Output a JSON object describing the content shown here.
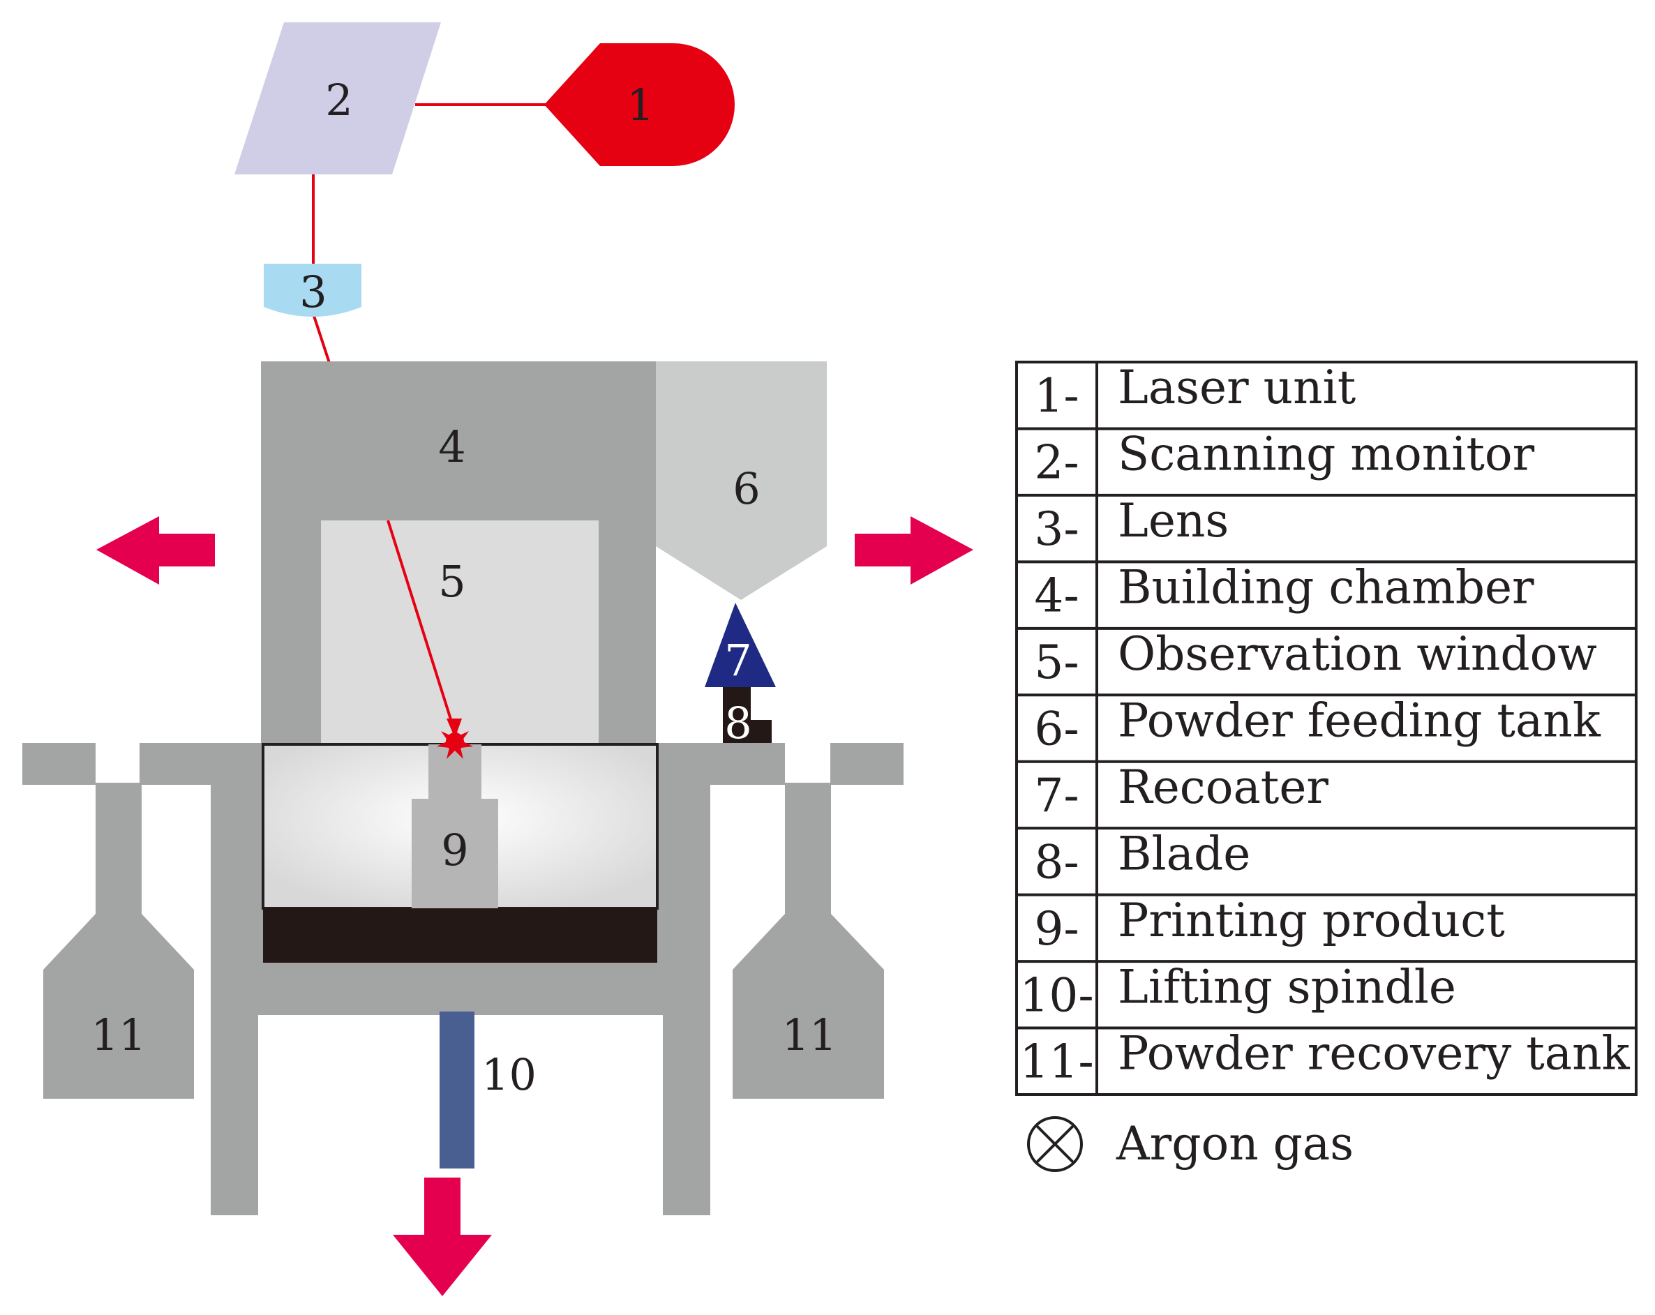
{
  "components": {
    "laser_unit": "1",
    "scanning_monitor": "2",
    "lens": "3",
    "building_chamber": "4",
    "observation_window": "5",
    "powder_feeding_tank": "6",
    "recoater": "7",
    "blade": "8",
    "printing_product": "9",
    "lifting_spindle": "10",
    "powder_recovery_tank_left": "11",
    "powder_recovery_tank_right": "11"
  },
  "legend": {
    "items": [
      {
        "num": "1-",
        "label": "Laser unit"
      },
      {
        "num": "2-",
        "label": "Scanning monitor"
      },
      {
        "num": "3-",
        "label": "Lens"
      },
      {
        "num": "4-",
        "label": "Building chamber"
      },
      {
        "num": "5-",
        "label": "Observation window"
      },
      {
        "num": "6-",
        "label": "Powder feeding tank"
      },
      {
        "num": "7-",
        "label": "Recoater"
      },
      {
        "num": "8-",
        "label": "Blade"
      },
      {
        "num": "9-",
        "label": "Printing product"
      },
      {
        "num": "10-",
        "label": "Lifting spindle"
      },
      {
        "num": "11-",
        "label": "Powder recovery tank"
      }
    ],
    "gas_label": "Argon gas",
    "gas_icon": "circled-x-icon"
  },
  "colors": {
    "laser_red": "#e50012",
    "laser_beam": "#e50012",
    "arrow_crimson": "#e5004f",
    "monitor_lavender": "#d0cde6",
    "lens_blue": "#a8daf2",
    "frame_gray": "#a3a4a4",
    "hopper_gray": "#cacbcb",
    "window_gray": "#dcdcdc",
    "recoater_navy": "#1f2a85",
    "spindle_blue": "#4a5f91",
    "base_black": "#231815"
  }
}
